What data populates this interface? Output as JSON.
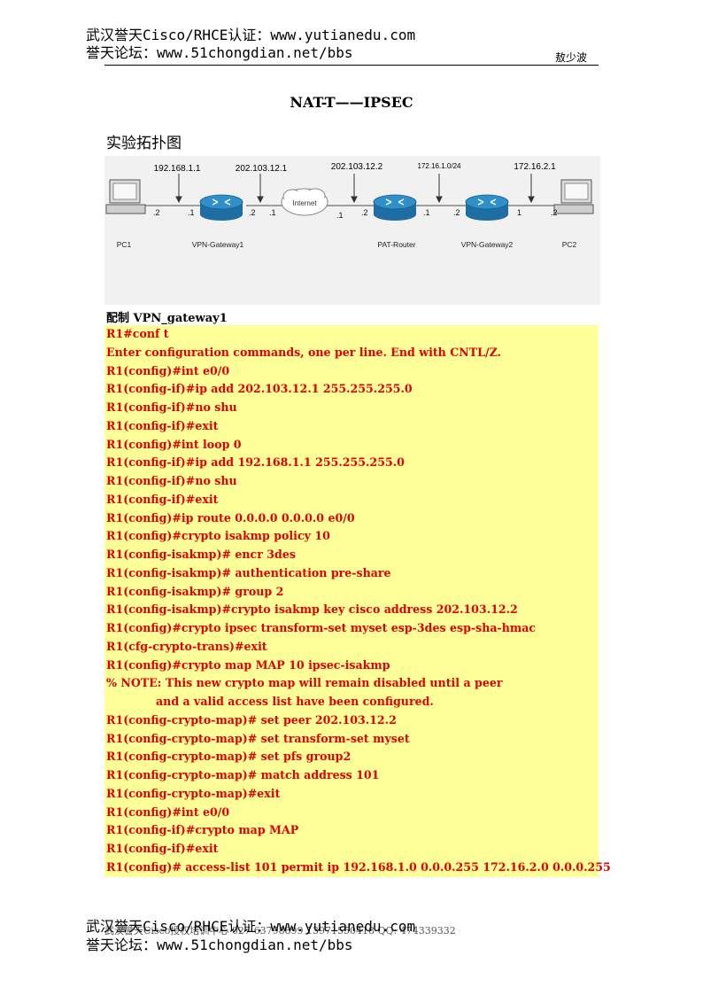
{
  "header": {
    "line1": "武汉誉天Cisco/RHCE认证：www.yutianedu.com",
    "line2": "誉天论坛：www.51chongdian.net/bbs",
    "author": "敖少波"
  },
  "title": "NAT-T——IPSEC",
  "topology": {
    "heading": "实验拓扑图",
    "ip_labels": [
      "192.168.1.1",
      "202.103.12.1",
      "202.103.12.2",
      "172.16.1.0/24",
      "172.16.2.1"
    ],
    "cloud_label": "Internet",
    "ports": [
      ".2",
      ".1",
      ".2",
      ".1",
      ".1",
      ".2",
      ".1",
      ".2",
      "1",
      ".2"
    ],
    "devices": [
      "PC1",
      "VPN-Gateway1",
      "PAT-Router",
      "VPN-Gateway2",
      "PC2"
    ],
    "colors": {
      "router": "#2f8fc8",
      "line": "#6e6e6e"
    }
  },
  "config": {
    "heading": "配制 VPN_gateway1",
    "lines": [
      "R1#conf t",
      "Enter configuration commands, one per line.    End with CNTL/Z.",
      "R1(config)#int e0/0",
      "R1(config-if)#ip add 202.103.12.1 255.255.255.0",
      "R1(config-if)#no shu",
      "R1(config-if)#exit",
      "R1(config)#int loop 0",
      "R1(config-if)#ip add 192.168.1.1 255.255.255.0",
      "R1(config-if)#no shu",
      "R1(config-if)#exit",
      "R1(config)#ip route 0.0.0.0 0.0.0.0 e0/0",
      "R1(config)#crypto isakmp policy 10",
      "R1(config-isakmp)# encr 3des",
      "R1(config-isakmp)# authentication pre-share",
      "R1(config-isakmp)# group 2",
      "R1(config-isakmp)#crypto isakmp key cisco address 202.103.12.2",
      "R1(config)#crypto ipsec transform-set myset esp-3des esp-sha-hmac",
      "R1(cfg-crypto-trans)#exit",
      "R1(config)#crypto map MAP 10 ipsec-isakmp",
      "% NOTE: This new crypto map will remain disabled until a peer",
      "and a valid access list have been configured.",
      "R1(config-crypto-map)# set peer 202.103.12.2",
      "R1(config-crypto-map)# set transform-set myset",
      "R1(config-crypto-map)# set pfs group2",
      "R1(config-crypto-map)# match address 101",
      "R1(config-crypto-map)#exit",
      "R1(config)#int e0/0",
      "R1(config-if)#crypto map MAP",
      "R1(config-if)#exit",
      "R1(config)# access-list 101 permit ip 192.168.1.0 0.0.0.255 172.16.2.0 0.0.0.255"
    ],
    "text_color": "#e00000",
    "background": "#ffff99"
  },
  "footer": {
    "line1": "武汉誉天Cisco/RHCE认证：www.yutianedu.com",
    "line2": "誉天论坛：www.51chongdian.net/bbs",
    "contact": "武汉誉天Cisco授权培训中心  027-63798899  13971550418  QQ: 474339332"
  }
}
